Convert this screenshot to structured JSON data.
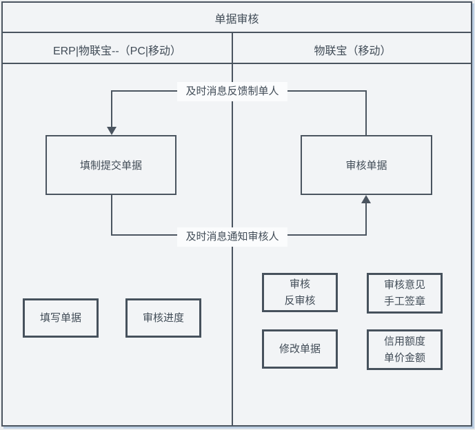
{
  "title": "单据审核",
  "header": {
    "left_lane": "ERP|物联宝--（PC|移动）",
    "right_lane": "物联宝（移动）"
  },
  "flow": {
    "feedback_label": "及时消息反馈制单人",
    "notify_label": "及时消息通知审核人",
    "fill_submit_box": "填制提交单据",
    "audit_box": "审核单据"
  },
  "left_actions": [
    {
      "label": "填写单据"
    },
    {
      "label": "审核进度"
    }
  ],
  "right_actions": [
    {
      "lines": [
        "审核",
        "反审核"
      ]
    },
    {
      "lines": [
        "审核意见",
        "手工签章"
      ]
    },
    {
      "lines": [
        "修改单据"
      ]
    },
    {
      "lines": [
        "信用额度",
        "单价金额"
      ]
    }
  ],
  "colors": {
    "line": "#4a545f",
    "background": "#f2f4f6",
    "text": "#414c57",
    "label_background": "#fbfcfd",
    "shadow": "#96b4d7"
  }
}
